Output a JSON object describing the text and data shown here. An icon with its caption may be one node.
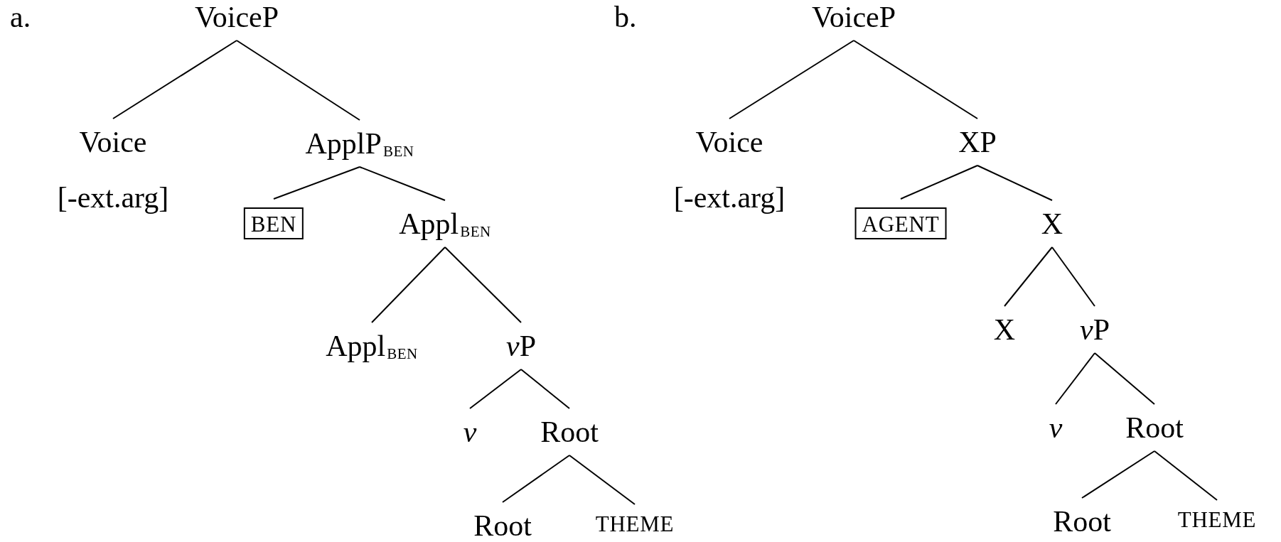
{
  "diagram": {
    "nodes": [
      {
        "text": [
          "VoiceP"
        ]
      },
      {
        "text": [
          "Voice",
          "[-ext.arg]"
        ]
      },
      {
        "text": [
          "ApplP$_{BEN}$"
        ]
      },
      {
        "text": [
          "BEN"
        ]
      },
      {
        "text": [
          "Appl$_{BEN}$"
        ]
      },
      {
        "text": [
          "Appl$_{BEN}$"
        ]
      },
      {
        "text": [
          "vP"
        ]
      },
      {
        "text": [
          "v"
        ]
      },
      {
        "text": [
          "Root"
        ]
      },
      {
        "text": [
          "Root"
        ]
      },
      {
        "text": [
          "THEME"
        ]
      },
      {
        "text": [
          "VoiceP"
        ]
      },
      {
        "text": [
          "Voice",
          "[-ext.arg]"
        ]
      },
      {
        "text": [
          "XP"
        ]
      },
      {
        "text": [
          "AGENT"
        ]
      },
      {
        "text": [
          "X"
        ]
      },
      {
        "text": [
          "X"
        ]
      },
      {
        "text": [
          "vP"
        ]
      },
      {
        "text": [
          "v"
        ]
      },
      {
        "text": [
          "Root"
        ]
      },
      {
        "text": [
          "Root"
        ]
      },
      {
        "text": [
          "THEME"
        ]
      }
    ],
    "edges": [
      {
        "from": 0,
        "to": 1,
        "arrow": "none"
      },
      {
        "from": 0,
        "to": 2,
        "arrow": "none"
      },
      {
        "from": 2,
        "to": 3,
        "arrow": "none"
      },
      {
        "from": 2,
        "to": 4,
        "arrow": "none"
      },
      {
        "from": 4,
        "to": 5,
        "arrow": "none"
      },
      {
        "from": 4,
        "to": 6,
        "arrow": "none"
      },
      {
        "from": 6,
        "to": 7,
        "arrow": "none"
      },
      {
        "from": 6,
        "to": 8,
        "arrow": "none"
      },
      {
        "from": 8,
        "to": 9,
        "arrow": "none"
      },
      {
        "from": 8,
        "to": 10,
        "arrow": "none"
      },
      {
        "from": 11,
        "to": 12,
        "arrow": "none"
      },
      {
        "from": 11,
        "to": 13,
        "arrow": "none"
      },
      {
        "from": 13,
        "to": 14,
        "arrow": "none"
      },
      {
        "from": 13,
        "to": 15,
        "arrow": "none"
      },
      {
        "from": 15,
        "to": 16,
        "arrow": "none"
      },
      {
        "from": 15,
        "to": 17,
        "arrow": "none"
      },
      {
        "from": 17,
        "to": 18,
        "arrow": "none"
      },
      {
        "from": 17,
        "to": 19,
        "arrow": "none"
      },
      {
        "from": 19,
        "to": 20,
        "arrow": "none"
      },
      {
        "from": 19,
        "to": 21,
        "arrow": "none"
      }
    ],
    "labels": [
      "a.",
      "b."
    ]
  }
}
